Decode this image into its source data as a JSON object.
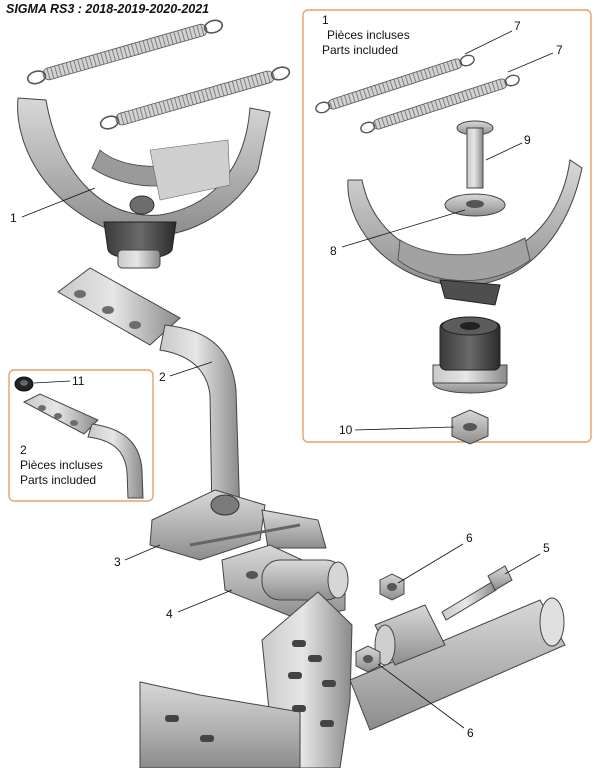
{
  "title": "SIGMA RS3 : 2018-2019-2020-2021",
  "box_color": "#e9a06a",
  "main_callouts": [
    {
      "id": "1",
      "label": "1"
    },
    {
      "id": "2",
      "label": "2"
    },
    {
      "id": "3",
      "label": "3"
    },
    {
      "id": "4",
      "label": "4"
    },
    {
      "id": "5",
      "label": "5"
    },
    {
      "id": "6a",
      "label": "6"
    },
    {
      "id": "6b",
      "label": "6"
    }
  ],
  "detail_box_1": {
    "part_number": "1",
    "line_fr": "Pièces incluses",
    "line_en": "Parts included",
    "callouts": [
      {
        "id": "7a",
        "label": "7"
      },
      {
        "id": "7b",
        "label": "7"
      },
      {
        "id": "9",
        "label": "9"
      },
      {
        "id": "8",
        "label": "8"
      },
      {
        "id": "10",
        "label": "10"
      }
    ]
  },
  "detail_box_2": {
    "part_number": "2",
    "line_fr": "Pièces incluses",
    "line_en": "Parts included",
    "callouts": [
      {
        "id": "11",
        "label": "11"
      }
    ]
  }
}
